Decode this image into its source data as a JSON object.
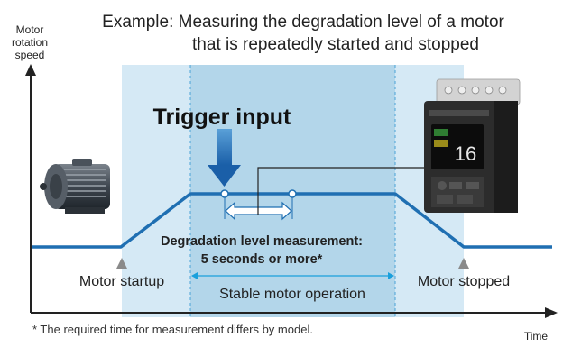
{
  "title": {
    "line1": "Example: Measuring the degradation level of a motor",
    "line2": "that is repeatedly started and stopped"
  },
  "axes": {
    "y_label": [
      "Motor",
      "rotation",
      "speed"
    ],
    "x_label": "Time"
  },
  "trigger": {
    "label": "Trigger input"
  },
  "measurement": {
    "line1": "Degradation level measurement:",
    "line2": "5 seconds or more*"
  },
  "phases": {
    "startup": "Motor startup",
    "stable": "Stable motor operation",
    "stopped": "Motor stopped"
  },
  "device": {
    "display_value": "16"
  },
  "footnote": "* The required time for measurement differs by model.",
  "colors": {
    "curve": "#1f6fb2",
    "arrow": "#1a6db5",
    "band_light": "#d5e9f5",
    "band_dark": "#b3d6ea",
    "divider": "#4aa3d6"
  },
  "icons": {
    "motor": "electric-motor-icon",
    "device": "degradation-monitor-device-icon"
  }
}
